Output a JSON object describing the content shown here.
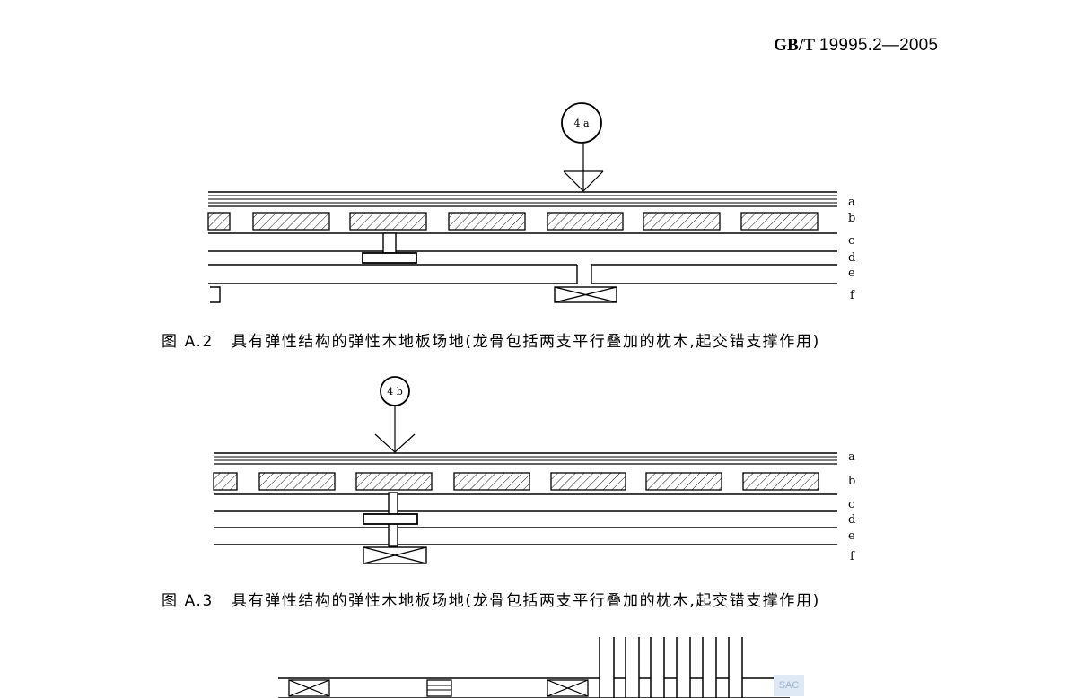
{
  "header": {
    "std_prefix": "GB/T",
    "std_number": "19995.2—2005"
  },
  "figure_a2": {
    "marker": "4 a",
    "layer_labels": [
      "a",
      "b",
      "c",
      "d",
      "e",
      "f"
    ],
    "caption_fig": "图 A.2",
    "caption_text": "具有弹性结构的弹性木地板场地(龙骨包括两支平行叠加的枕木,起交错支撑作用)"
  },
  "figure_a3": {
    "marker": "4 b",
    "layer_labels": [
      "a",
      "b",
      "c",
      "d",
      "e",
      "f"
    ],
    "caption_fig": "图 A.3",
    "caption_text": "具有弹性结构的弹性木地板场地(龙骨包括两支平行叠加的枕木,起交错支撑作用)"
  },
  "watermark": "SAC"
}
